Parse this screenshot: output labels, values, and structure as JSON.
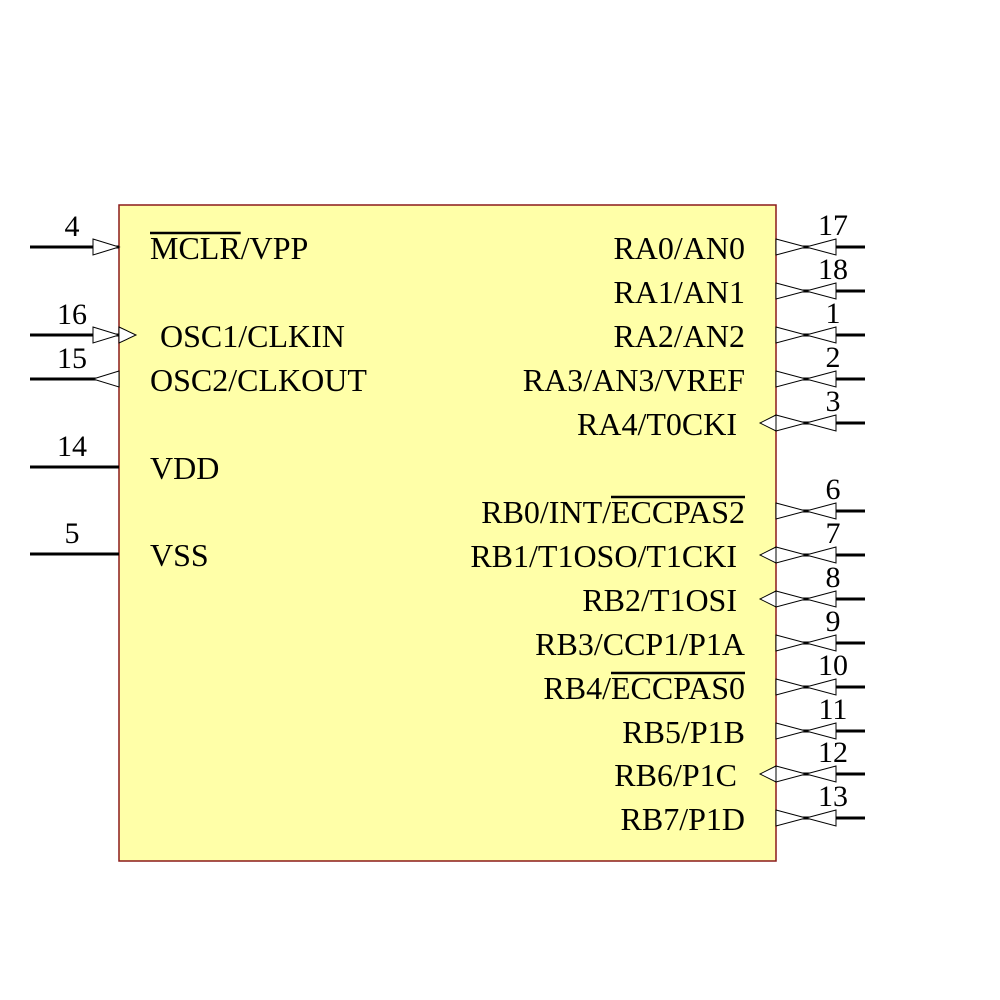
{
  "component": {
    "body_color": "#FFFFA8",
    "border_color": "#8B1A1A"
  },
  "left_pins": [
    {
      "number": "4",
      "label": "MCLR/VPP",
      "overbar": "MCLR",
      "direction": "in"
    },
    {
      "number": "16",
      "label": "OSC1/CLKIN",
      "direction": "in"
    },
    {
      "number": "15",
      "label": "OSC2/CLKOUT",
      "direction": "out"
    },
    {
      "number": "14",
      "label": "VDD",
      "direction": "power"
    },
    {
      "number": "5",
      "label": "VSS",
      "direction": "power"
    }
  ],
  "right_pins": [
    {
      "number": "17",
      "label": "RA0/AN0",
      "direction": "bidir"
    },
    {
      "number": "18",
      "label": "RA1/AN1",
      "direction": "bidir"
    },
    {
      "number": "1",
      "label": "RA2/AN2",
      "direction": "bidir"
    },
    {
      "number": "2",
      "label": "RA3/AN3/VREF",
      "direction": "bidir"
    },
    {
      "number": "3",
      "label": "RA4/T0CKI",
      "direction": "bidir_in"
    },
    {
      "number": "6",
      "label": "RB0/INT/ECCPAS2",
      "overbar": "ECCPAS2",
      "direction": "bidir"
    },
    {
      "number": "7",
      "label": "RB1/T1OSO/T1CKI",
      "direction": "bidir_in"
    },
    {
      "number": "8",
      "label": "RB2/T1OSI",
      "direction": "bidir_in"
    },
    {
      "number": "9",
      "label": "RB3/CCP1/P1A",
      "direction": "bidir"
    },
    {
      "number": "10",
      "label": "RB4/ECCPAS0",
      "overbar": "ECCPAS0",
      "direction": "bidir"
    },
    {
      "number": "11",
      "label": "RB5/P1B",
      "direction": "bidir"
    },
    {
      "number": "12",
      "label": "RB6/P1C",
      "direction": "bidir_in"
    },
    {
      "number": "13",
      "label": "RB7/P1D",
      "direction": "bidir"
    }
  ]
}
